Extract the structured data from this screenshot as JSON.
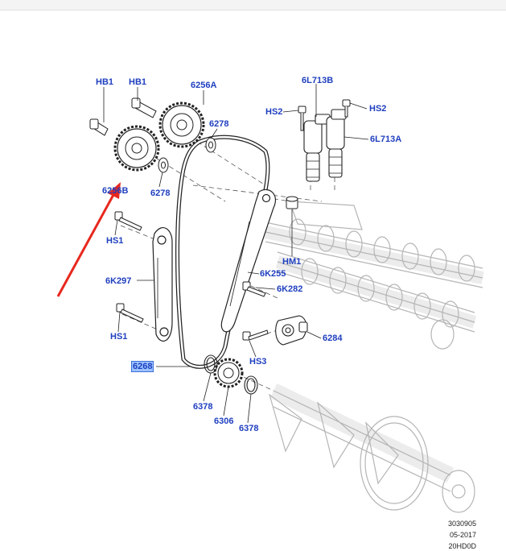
{
  "labels": {
    "hb1_a": "HB1",
    "hb1_b": "HB1",
    "l6256a": "6256A",
    "l6278_a": "6278",
    "l6278_b": "6278",
    "l6256b": "6256B",
    "l6l713b": "6L713B",
    "hs2_a": "HS2",
    "hs2_b": "HS2",
    "l6l713a": "6L713A",
    "hs1_a": "HS1",
    "hm1": "HM1",
    "l6k297": "6K297",
    "l6k255": "6K255",
    "l6k282": "6K282",
    "hs1_b": "HS1",
    "l6284": "6284",
    "hs3": "HS3",
    "l6268": "6268",
    "l6378_a": "6378",
    "l6306": "6306",
    "l6378_b": "6378"
  },
  "footer": {
    "code": "3030905",
    "date": "05-2017",
    "ref": "20HD0D"
  },
  "colors": {
    "label": "#1f3fbf",
    "arrow": "#e8281e",
    "line": "#222222",
    "ghost": "#b5b5b5",
    "highlight": "#9cc3ff"
  }
}
